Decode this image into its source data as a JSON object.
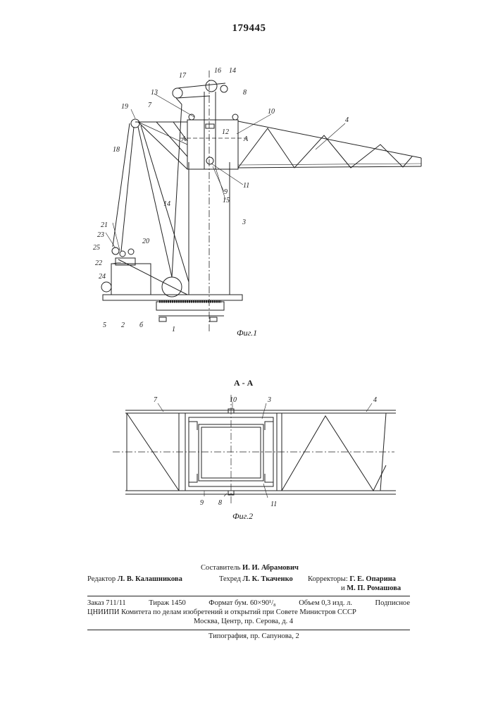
{
  "patent_number": "179445",
  "fig1": {
    "caption": "Фиг.1",
    "labels": {
      "l1": "1",
      "l2": "2",
      "l3": "3",
      "l4": "4",
      "l5": "5",
      "l6": "б",
      "l7": "7",
      "l8": "8",
      "l9": "9",
      "l10": "10",
      "l11": "11",
      "l12": "12",
      "l13": "13",
      "l14a": "14",
      "l14b": "14",
      "l15": "15",
      "l16": "16",
      "l17": "17",
      "l18": "18",
      "l19": "19",
      "l20": "20",
      "l21": "21",
      "l22": "22",
      "l23": "23",
      "l24": "24",
      "l25": "25",
      "secA1": "A",
      "secA2": "A"
    }
  },
  "fig2": {
    "section_title": "А - А",
    "caption": "Фиг.2",
    "labels": {
      "l7": "7",
      "l10": "10",
      "l3": "3",
      "l4": "4",
      "l9": "9",
      "l8": "8",
      "l11": "11"
    }
  },
  "imprint": {
    "composer_label": "Составитель",
    "composer_name": "И. И. Абрамович",
    "editor_label": "Редактор",
    "editor_name": "Л. В. Калашникова",
    "techred_label": "Техред",
    "techred_name": "Л. К. Ткаченко",
    "correctors_label": "Корректоры:",
    "corrector1": "Г. Е. Опарина",
    "corrector2_prefix": "и",
    "corrector2": "М. П. Ромашова",
    "order": "Заказ 711/11",
    "circulation": "Тираж 1450",
    "format": "Формат бум. 60×90¹/₈",
    "volume": "Объем 0,3 изд. л.",
    "subscription": "Подписное",
    "institute": "ЦНИИПИ Комитета по делам изобретений и открытий при Совете Министров СССР",
    "address": "Москва, Центр, пр. Серова, д. 4",
    "printer": "Типография, пр. Сапунова, 2"
  }
}
